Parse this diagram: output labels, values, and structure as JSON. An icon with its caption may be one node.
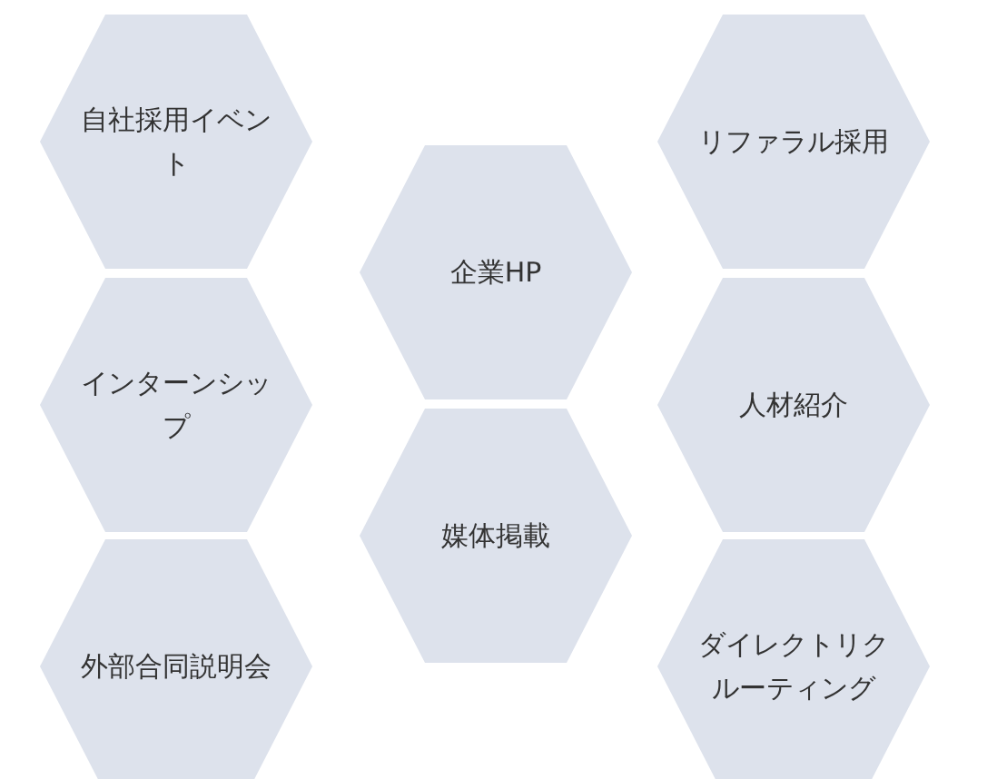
{
  "diagram": {
    "nodes": [
      {
        "text": [
          "自社採用イベント"
        ]
      },
      {
        "text": [
          "リファラル採用"
        ]
      },
      {
        "text": [
          "企業HP"
        ]
      },
      {
        "text": [
          "インターンシップ"
        ]
      },
      {
        "text": [
          "人材紹介"
        ]
      },
      {
        "text": [
          "媒体掲載"
        ]
      },
      {
        "text": [
          "外部合同説明会"
        ]
      },
      {
        "text": [
          "ダイレクトリクルーティング"
        ]
      }
    ]
  }
}
